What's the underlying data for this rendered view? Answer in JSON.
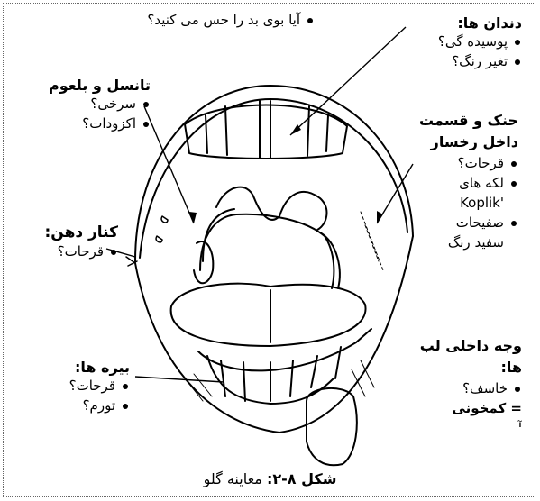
{
  "labels": {
    "smell": "آیا بوی بد را حس می کنید؟",
    "teeth": {
      "title": "دندان ها:",
      "items": [
        "پوسیده گی؟",
        "تغیر رنگ؟"
      ]
    },
    "tonsils": {
      "title": "تانسل و بلعوم",
      "items": [
        "سرخی؟",
        "اکزودات؟"
      ]
    },
    "palate": {
      "title_line1": "حنک و قسمت",
      "title_line2": "داخل رخسار",
      "ulcers": "قرحات؟",
      "koplik_line1": "لکه های",
      "koplik_line2": "Koplik'",
      "plaques_line1": "صفیحات",
      "plaques_line2": "سفید رنگ"
    },
    "corner": {
      "title": "کنار دهن:",
      "items": [
        "قرحات؟"
      ]
    },
    "gums": {
      "title": "بیره ها:",
      "items": [
        "قرحات؟",
        "تورم؟"
      ]
    },
    "inner_lip": {
      "title_line1": "وجه داخلی لب",
      "title_line2": "ها:",
      "item": "خاسف؟",
      "note_line1": "= کمخونی",
      "note_line2": "آ ۰ ۰ ۰ "
    }
  },
  "caption": {
    "figure_number": "شکل ۸-۲:",
    "title": "معاینه گلو"
  }
}
